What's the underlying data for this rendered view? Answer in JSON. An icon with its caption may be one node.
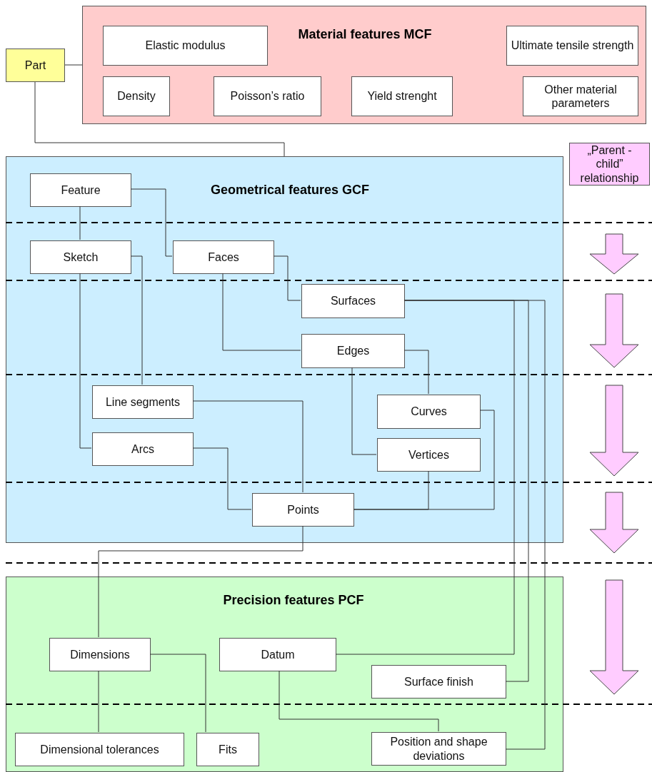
{
  "diagram": {
    "nodes": [
      {
        "text": [
          "Part"
        ]
      },
      {
        "text": [
          "Material features MCF"
        ]
      },
      {
        "text": [
          "Elastic modulus"
        ],
        "in": 1
      },
      {
        "text": [
          "Ultimate tensile strength"
        ],
        "in": 1
      },
      {
        "text": [
          "Density"
        ],
        "in": 1
      },
      {
        "text": [
          "Poisson’s ratio"
        ],
        "in": 1
      },
      {
        "text": [
          "Yield strenght"
        ],
        "in": 1
      },
      {
        "text": [
          "Other material parameters"
        ],
        "in": 1
      },
      {
        "text": [
          "Geometrical features GCF"
        ]
      },
      {
        "text": [
          "Feature"
        ],
        "in": 8
      },
      {
        "text": [
          "Sketch"
        ],
        "in": 8
      },
      {
        "text": [
          "Faces"
        ],
        "in": 8
      },
      {
        "text": [
          "Surfaces"
        ],
        "in": 8
      },
      {
        "text": [
          "Edges"
        ],
        "in": 8
      },
      {
        "text": [
          "Line segments"
        ],
        "in": 8
      },
      {
        "text": [
          "Curves"
        ],
        "in": 8
      },
      {
        "text": [
          "Arcs"
        ],
        "in": 8
      },
      {
        "text": [
          "Vertices"
        ],
        "in": 8
      },
      {
        "text": [
          "Points"
        ],
        "in": 8
      },
      {
        "text": [
          "Precision features PCF"
        ]
      },
      {
        "text": [
          "Dimensions"
        ],
        "in": 19
      },
      {
        "text": [
          "Datum"
        ],
        "in": 19
      },
      {
        "text": [
          "Surface finish"
        ],
        "in": 19
      },
      {
        "text": [
          "Dimensional tolerances"
        ],
        "in": 19
      },
      {
        "text": [
          "Fits"
        ],
        "in": 19
      },
      {
        "text": [
          "Position and shape deviations"
        ],
        "in": 19
      },
      {
        "text": [
          "„Parent - child” relationship"
        ]
      }
    ],
    "edges": [
      {
        "from": 0,
        "to": 1,
        "arrow": "none"
      },
      {
        "from": 0,
        "to": 8,
        "arrow": "none"
      },
      {
        "from": 9,
        "to": 10,
        "arrow": "none"
      },
      {
        "from": 9,
        "to": 11,
        "arrow": "none"
      },
      {
        "from": 10,
        "to": 14,
        "arrow": "none"
      },
      {
        "from": 10,
        "to": 16,
        "arrow": "none"
      },
      {
        "from": 11,
        "to": 12,
        "arrow": "none"
      },
      {
        "from": 11,
        "to": 13,
        "arrow": "none"
      },
      {
        "from": 13,
        "to": 15,
        "arrow": "none"
      },
      {
        "from": 13,
        "to": 17,
        "arrow": "none"
      },
      {
        "from": 14,
        "to": 18,
        "arrow": "none"
      },
      {
        "from": 16,
        "to": 18,
        "arrow": "none"
      },
      {
        "from": 15,
        "to": 18,
        "arrow": "none"
      },
      {
        "from": 17,
        "to": 18,
        "arrow": "none"
      },
      {
        "from": 18,
        "to": 20,
        "arrow": "none"
      },
      {
        "from": 12,
        "to": 21,
        "arrow": "none"
      },
      {
        "from": 12,
        "to": 22,
        "arrow": "none"
      },
      {
        "from": 12,
        "to": 25,
        "arrow": "none"
      },
      {
        "from": 20,
        "to": 23,
        "arrow": "none"
      },
      {
        "from": 20,
        "to": 24,
        "arrow": "none"
      },
      {
        "from": 21,
        "to": 25,
        "arrow": "none"
      }
    ]
  }
}
